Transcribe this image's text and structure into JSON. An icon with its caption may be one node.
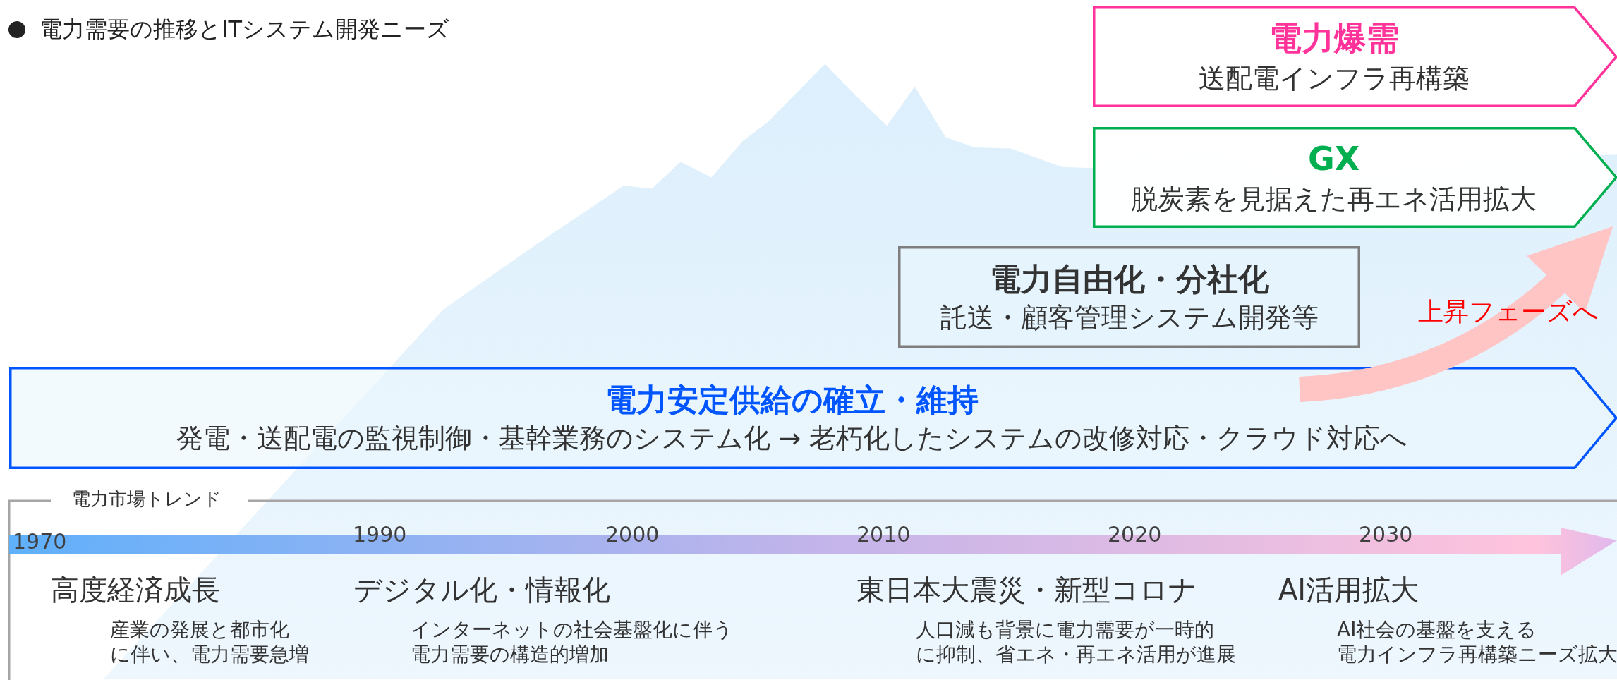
{
  "diagram": {
    "title": "電力需要の推移とITシステム開発ニーズ",
    "nodes": [
      {
        "text": [
          "電力爆需",
          "送配電インフラ再構築"
        ]
      },
      {
        "text": [
          "GX",
          "脱炭素を見据えた再エネ活用拡大"
        ]
      },
      {
        "text": [
          "電力自由化・分社化",
          "託送・顧客管理システム開発等"
        ]
      },
      {
        "text": [
          "電力安定供給の確立・維持",
          "発電・送配電の監視制御・基幹業務のシステム化 → 老朽化したシステムの改修対応・クラウド対応へ"
        ]
      }
    ],
    "edges": [
      {
        "from": 3,
        "to": 1,
        "arrow": "to",
        "label": "上昇フェーズへ",
        "color": "#ffc4c4"
      }
    ],
    "labels": [
      "電力市場トレンド",
      "1970",
      "1990",
      "2000",
      "2010",
      "2020",
      "2030",
      "高度経済成長",
      "産業の発展と都市化",
      "に伴い、電力需要急増",
      "デジタル化・情報化",
      "インターネットの社会基盤化に伴う",
      "電力需要の構造的増加",
      "東日本大震災・新型コロナ",
      "人口減も背景に電力需要が一時的",
      "に抑制、省エネ・再エネ活用が進展",
      "AI活用拡大",
      "AI社会の基盤を支える",
      "電力インフラ再構築ニーズ拡大"
    ]
  }
}
